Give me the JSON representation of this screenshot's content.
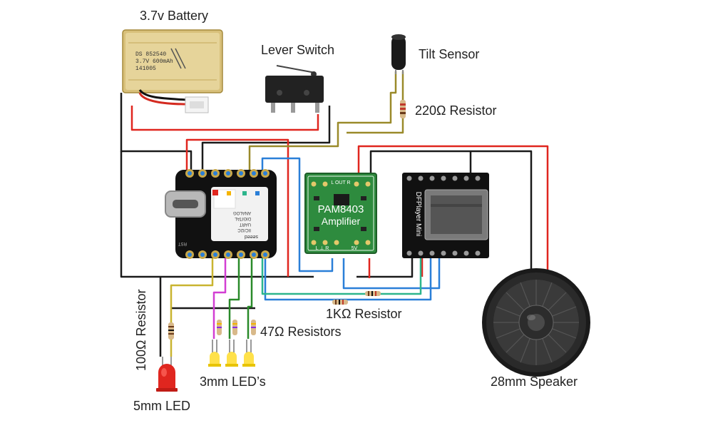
{
  "labels": {
    "battery": "3.7v Battery",
    "lever_switch": "Lever Switch",
    "tilt_sensor": "Tilt Sensor",
    "resistor_220": "220Ω Resistor",
    "resistor_1k": "1KΩ Resistor",
    "resistors_47": "47Ω Resistors",
    "resistor_100": "100Ω Resistor",
    "led_5mm": "5mm LED",
    "leds_3mm": "3mm LED’s",
    "speaker": "28mm Speaker"
  },
  "battery_print": {
    "line1": "DS 852540",
    "line2": "3.7V 600mAh",
    "line3": "141005"
  },
  "amplifier_print": {
    "top": "L OUT R",
    "name": "PAM8403",
    "sub": "Amplifier",
    "bottom": "L ⊥ R",
    "power": "5V"
  },
  "mcu_print": {
    "brand": "seeed",
    "rows": [
      "ANALOG",
      "DIGITAL",
      "UART",
      "IIC/I2C"
    ],
    "reset": "RST"
  },
  "dfplayer_print": {
    "name": "DFPlayer Mini"
  },
  "colors": {
    "wire_red": "#e0261f",
    "wire_black": "#1a1a1a",
    "wire_olive": "#9a8a2a",
    "wire_blue": "#2a7fd8",
    "wire_teal": "#2db58c",
    "wire_green": "#2a8a2a",
    "wire_magenta": "#d23fd3",
    "wire_yellow": "#d8c21a",
    "pcb_green": "#2e8b3e",
    "pcb_black": "#111111"
  }
}
